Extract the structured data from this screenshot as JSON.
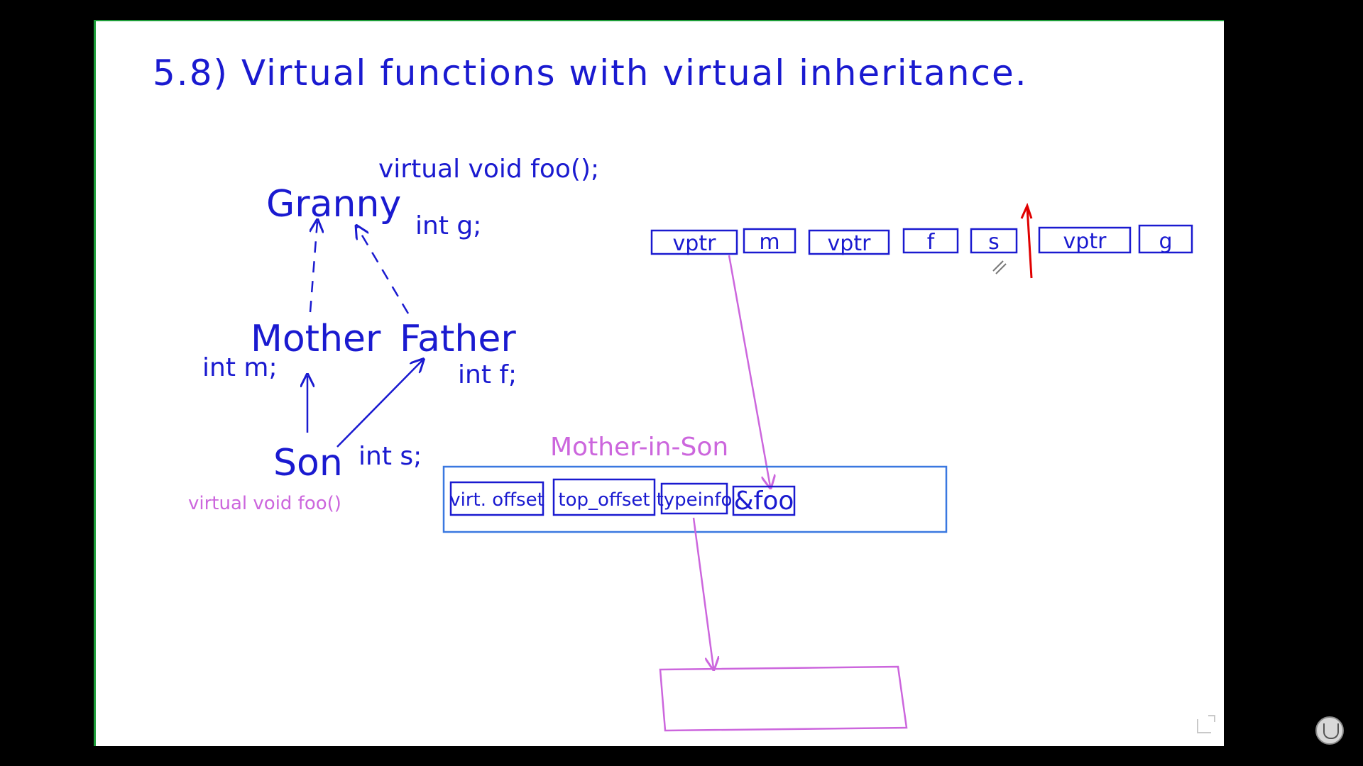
{
  "title": "5.8) Virtual functions with virtual inheritance.",
  "colors": {
    "blue_ink": "#1a1ad0",
    "purple_ink": "#cc66dd",
    "red_ink": "#e00000",
    "frame_blue": "#3a78e0"
  },
  "hierarchy": {
    "granny": {
      "name": "Granny",
      "method": "virtual void foo();",
      "member": "int g;"
    },
    "mother": {
      "name": "Mother",
      "member": "int m;"
    },
    "father": {
      "name": "Father",
      "member": "int f;"
    },
    "son": {
      "name": "Son",
      "member": "int s;",
      "method": "virtual void foo()"
    }
  },
  "memory_layout": {
    "cells": [
      "vptr",
      "m",
      "vptr",
      "f",
      "s",
      "vptr",
      "g"
    ]
  },
  "vtable": {
    "label": "Mother-in-Son",
    "cells": [
      "virt. offset",
      "top_offset",
      "typeinfo",
      "&foo"
    ]
  },
  "icons": {
    "pen_cursor": "pencil-icon",
    "expand": "expand-icon",
    "logo": "channel-logo-icon"
  }
}
